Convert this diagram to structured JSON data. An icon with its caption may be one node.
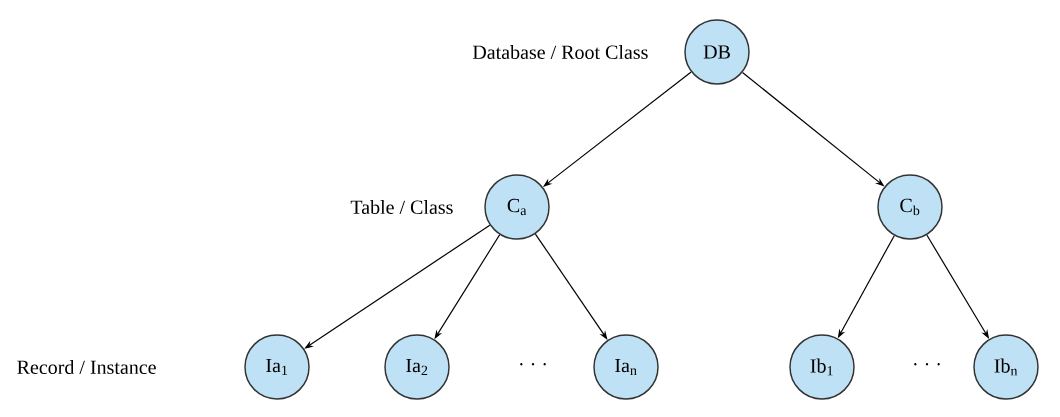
{
  "diagram": {
    "nodes": [
      {
        "text": [
          "DB"
        ]
      },
      {
        "text": [
          "C$_{a}$"
        ]
      },
      {
        "text": [
          "C$_{b}$"
        ]
      },
      {
        "text": [
          "Ia$_{1}$"
        ]
      },
      {
        "text": [
          "Ia$_{2}$"
        ]
      },
      {
        "text": [
          "Ia$_{n}$"
        ]
      },
      {
        "text": [
          "Ib$_{1}$"
        ]
      },
      {
        "text": [
          "Ib$_{n}$"
        ]
      }
    ],
    "edges": [
      {
        "from": 0,
        "to": 1,
        "arrow": "to"
      },
      {
        "from": 0,
        "to": 2,
        "arrow": "to"
      },
      {
        "from": 1,
        "to": 3,
        "arrow": "to"
      },
      {
        "from": 1,
        "to": 4,
        "arrow": "to"
      },
      {
        "from": 1,
        "to": 5,
        "arrow": "to"
      },
      {
        "from": 2,
        "to": 6,
        "arrow": "to"
      },
      {
        "from": 2,
        "to": 7,
        "arrow": "to"
      }
    ],
    "labels": [
      "Database / Root Class",
      "Table / Class",
      "Record / Instance",
      "· · ·",
      "· · ·"
    ]
  }
}
